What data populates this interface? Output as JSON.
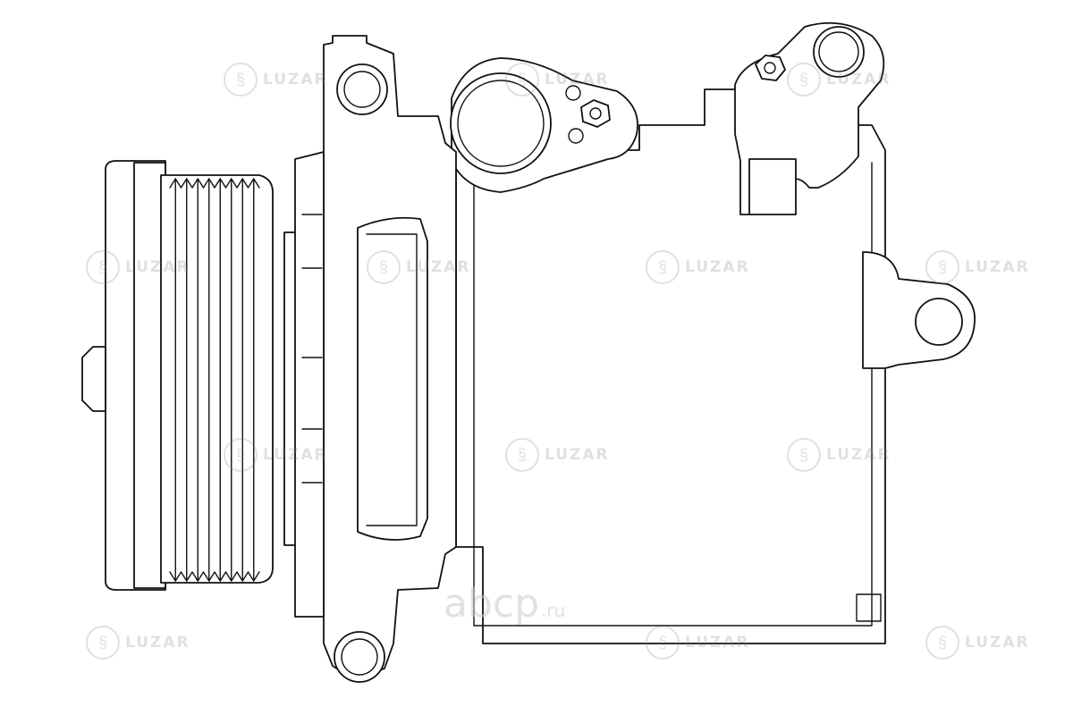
{
  "watermarks": {
    "brand": "LUZAR",
    "icon": "luzar-logo-icon",
    "site_brand": "abcp",
    "site_tld": ".ru"
  },
  "drawing": {
    "subject": "ac-compressor-technical-line-drawing",
    "pulley_grooves": 8,
    "colors": {
      "line": "#111111",
      "background": "#ffffff",
      "watermark": "#c9c9c9"
    }
  }
}
